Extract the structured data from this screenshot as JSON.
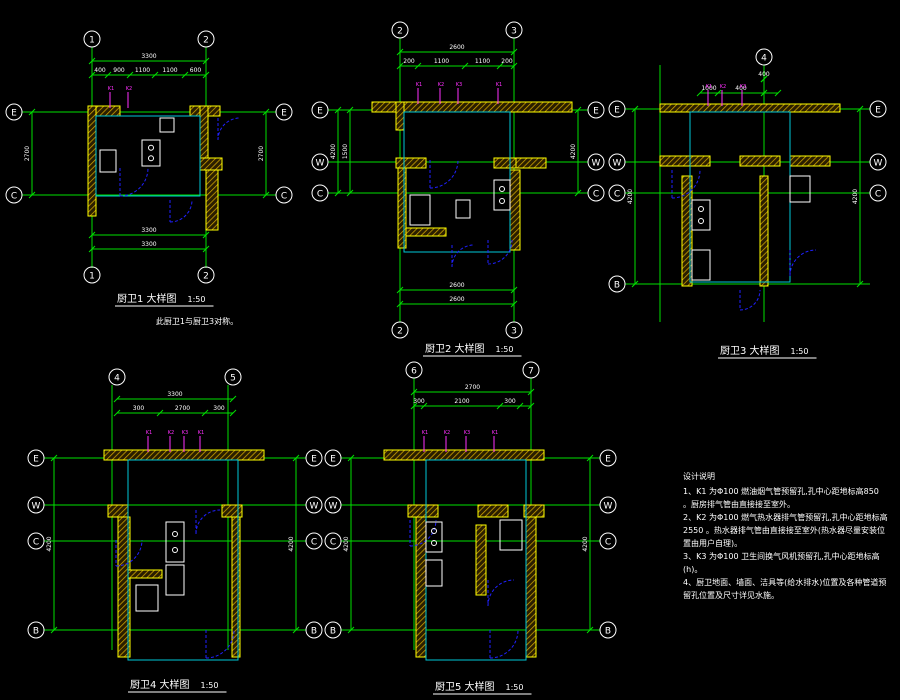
{
  "colors": {
    "background": "#000000",
    "dimension": "#00e000",
    "axis": "#00c8d8",
    "wall": "#ffff00",
    "hatch": "#d8b000",
    "door": "#2020ff",
    "fixture": "#ffffff",
    "tag": "#ff30ff",
    "hatch_fill": "#d4a800",
    "text": "#ffffff",
    "grid_bubble": "#ffffff"
  },
  "plans": [
    {
      "id": "plan1",
      "title": "厨卫1 大样图",
      "scale": "1:50",
      "note": "此厨卫1与厨卫3对称。",
      "grid_top": [
        "1",
        "2"
      ],
      "grid_bottom": [
        "1",
        "2"
      ],
      "grid_left": [
        "E",
        "C"
      ],
      "grid_right": [
        "E",
        "C"
      ],
      "dims_top": [
        "3300",
        "400",
        "900",
        "1100",
        "1100",
        "600"
      ],
      "dims_bottom": [
        "3300",
        "3300"
      ],
      "dims_left": [
        "2700"
      ],
      "dims_right": [
        "2700"
      ]
    },
    {
      "id": "plan2",
      "title": "厨卫2 大样图",
      "scale": "1:50",
      "grid_top": [
        "2",
        "3"
      ],
      "grid_bottom": [
        "2",
        "3"
      ],
      "grid_left": [
        "E",
        "W",
        "C"
      ],
      "grid_right": [
        "E",
        "W",
        "C"
      ],
      "dims_top": [
        "2600",
        "200",
        "1100",
        "1100",
        "200"
      ],
      "dims_bottom": [
        "2600",
        "2600"
      ],
      "dims_left": [
        "4200",
        "1500"
      ],
      "dims_right": [
        "4200"
      ]
    },
    {
      "id": "plan3",
      "title": "厨卫3 大样图",
      "scale": "1:50",
      "grid_top": [
        "4"
      ],
      "grid_bottom": [],
      "grid_left": [
        "E",
        "W",
        "C",
        "B"
      ],
      "grid_right": [
        "E",
        "W",
        "C"
      ],
      "dims_top": [
        "400",
        "1000",
        "400"
      ],
      "dims_bottom": [],
      "dims_left": [
        "4200"
      ],
      "dims_right": [
        "4200"
      ]
    },
    {
      "id": "plan4",
      "title": "厨卫4 大样图",
      "scale": "1:50",
      "grid_top": [
        "4",
        "5"
      ],
      "grid_bottom": [],
      "grid_left": [
        "E",
        "W",
        "C",
        "B"
      ],
      "grid_right": [
        "E",
        "W",
        "C",
        "B"
      ],
      "dims_top": [
        "3300",
        "300",
        "2700",
        "300"
      ],
      "dims_bottom": [],
      "dims_left": [
        "4200"
      ],
      "dims_right": [
        "4200"
      ]
    },
    {
      "id": "plan5",
      "title": "厨卫5 大样图",
      "scale": "1:50",
      "grid_top": [
        "6",
        "7"
      ],
      "grid_bottom": [],
      "grid_left": [
        "E",
        "W",
        "C",
        "B"
      ],
      "grid_right": [
        "E",
        "W",
        "C",
        "B"
      ],
      "dims_top": [
        "2700",
        "300",
        "2100",
        "300"
      ],
      "dims_bottom": [],
      "dims_left": [
        "4200"
      ],
      "dims_right": [
        "4200"
      ]
    }
  ],
  "tags": [
    "K1",
    "K2",
    "K3"
  ],
  "design_notes": {
    "title": "设计说明",
    "items": [
      "1、K1 为Φ100 燃油烟气管预留孔,孔中心距地标高850 。厨房排气管由直接接至室外。",
      "2、K2 为Φ100 燃气热水器排气管预留孔,孔中心距地标高2550 。热水器排气管由直接接至室外(热水器尽量安装位置由用户自理)。",
      "3、K3 为Φ100 卫生间换气风机预留孔,孔中心距地标高(h)。",
      "4、厨卫地面、墙面、洁具等(给水排水)位置及各种管道预留孔位置及尺寸详见水施。"
    ]
  }
}
